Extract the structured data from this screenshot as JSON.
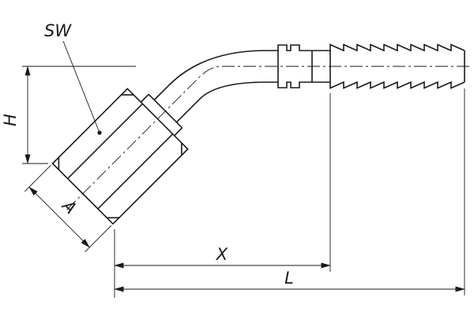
{
  "drawing": {
    "background_color": "#ffffff",
    "line_color": "#1a1a1a",
    "labels": {
      "sw": "SW",
      "h": "H",
      "a": "A",
      "x": "X",
      "l": "L"
    }
  }
}
